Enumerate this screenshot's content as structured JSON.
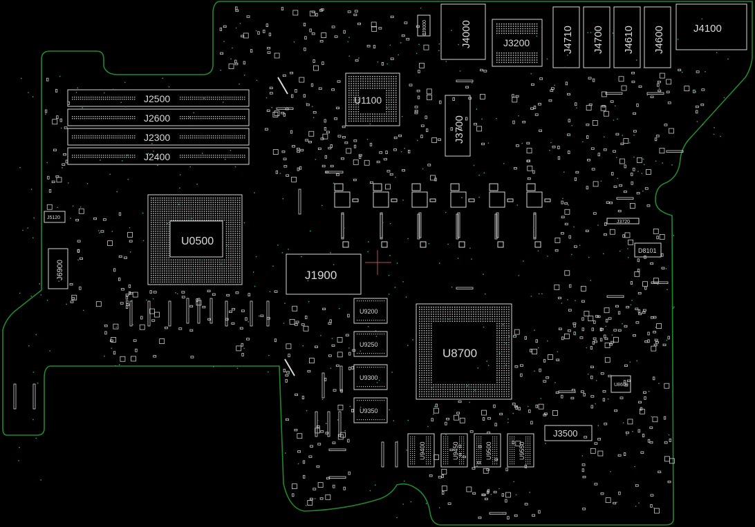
{
  "board": {
    "outline_color": "#1f8a2c",
    "silk_color": "#d9d9d9",
    "via_color": "#2a9a6e",
    "background_color": "#000000"
  },
  "labels": {
    "j2500": "J2500",
    "j2600": "J2600",
    "j2300": "J2300",
    "j2400": "J2400",
    "u1100": "U1100",
    "u0500": "U0500",
    "j1900": "J1900",
    "u8700": "U8700",
    "j3700": "J3700",
    "j3200": "J3200",
    "j4000": "J4000",
    "j4710": "J4710",
    "j4700": "J4700",
    "j4610": "J4610",
    "j4600": "J4600",
    "j4100": "J4100",
    "u9200": "U9200",
    "u9250": "U9250",
    "u9300": "U9300",
    "u9350": "U9350",
    "u9400": "U9400",
    "u9450": "U9450",
    "u9500": "U9500",
    "u9550": "U9550",
    "j3500": "J3500",
    "j6900": "J6900",
    "j5120": "J5120",
    "d8101": "D8101",
    "u8600": "U8600",
    "j9000": "J9000",
    "j3720": "J3720"
  }
}
